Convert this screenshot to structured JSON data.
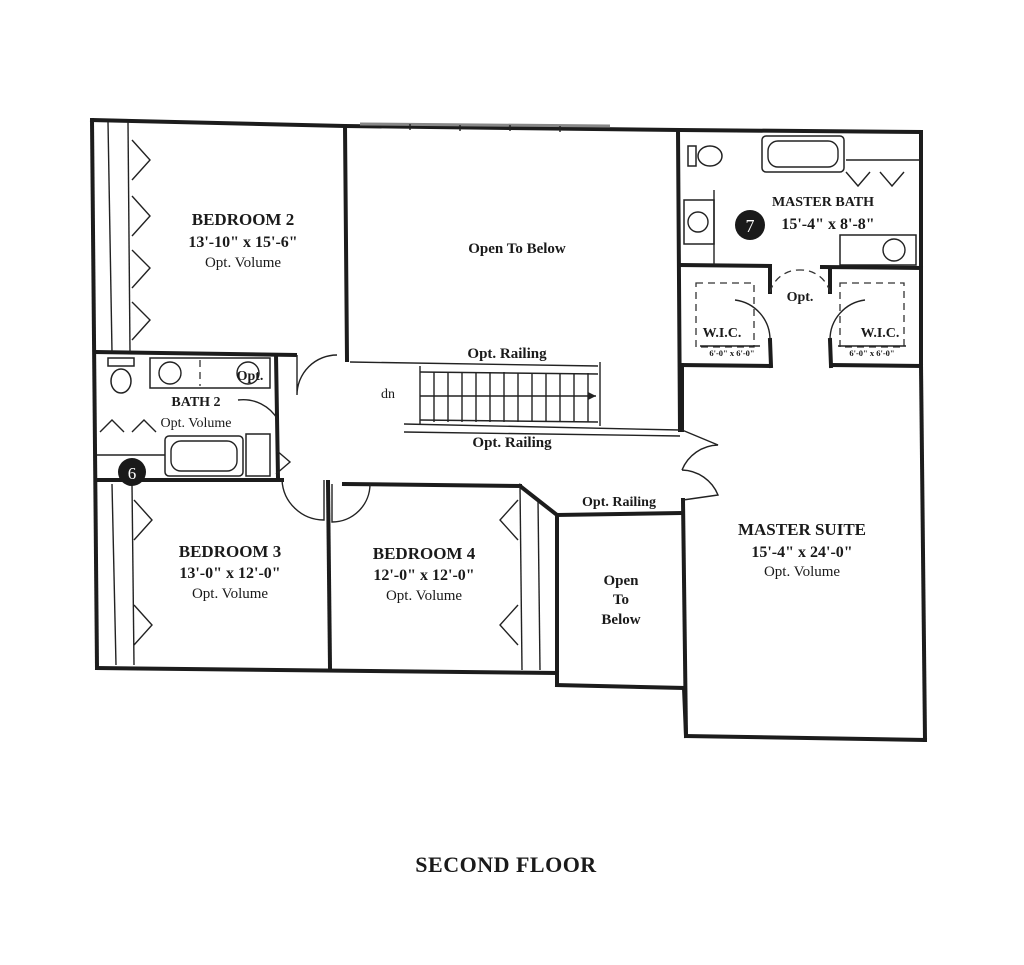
{
  "floor_title": "SECOND FLOOR",
  "rooms": {
    "bedroom2": {
      "name": "BEDROOM 2",
      "size": "13'-10\" x 15'-6\"",
      "note": "Opt. Volume"
    },
    "open_below_top": {
      "label": "Open To Below"
    },
    "master_bath": {
      "name": "MASTER BATH",
      "size": "15'-4\" x 8'-8\"",
      "marker": "7"
    },
    "bath2": {
      "name": "BATH 2",
      "note": "Opt. Volume",
      "opt": "Opt.",
      "marker": "6"
    },
    "wic_left": {
      "name": "W.I.C.",
      "size": "6'-0\" x 6'-0\""
    },
    "wic_right": {
      "name": "W.I.C.",
      "size": "6'-0\" x 6'-0\""
    },
    "closet_opt": "Opt.",
    "bedroom3": {
      "name": "BEDROOM 3",
      "size": "13'-0\" x 12'-0\"",
      "note": "Opt. Volume"
    },
    "bedroom4": {
      "name": "BEDROOM 4",
      "size": "12'-0\" x 12'-0\"",
      "note": "Opt. Volume"
    },
    "open_below_small": {
      "line1": "Open",
      "line2": "To",
      "line3": "Below"
    },
    "master_suite": {
      "name": "MASTER SUITE",
      "size": "15'-4\" x 24'-0\"",
      "note": "Opt. Volume"
    }
  },
  "railings": {
    "upper": "Opt. Railing",
    "lower": "Opt. Railing",
    "right": "Opt. Railing"
  },
  "stair_label": "dn"
}
